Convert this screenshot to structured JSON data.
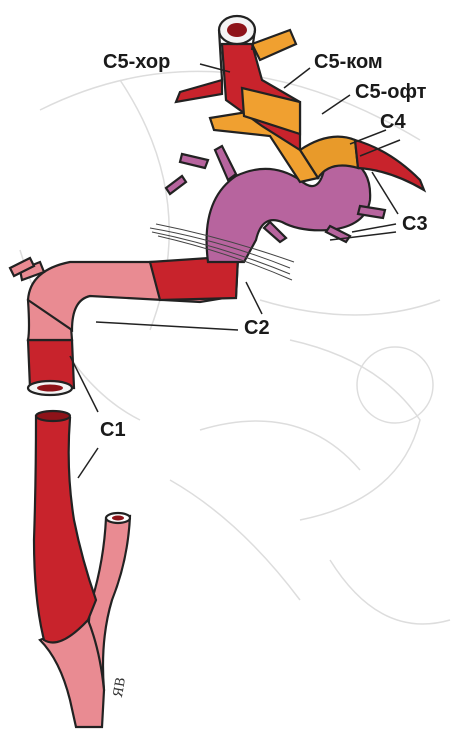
{
  "labels": {
    "c5_hor": "C5-хор",
    "c5_kom": "C5-ком",
    "c5_oft": "C5-офт",
    "c4": "C4",
    "c3": "C3",
    "c2": "C2",
    "c1": "C1"
  },
  "signature": "ЯВ",
  "colors": {
    "artery_red": "#c8232c",
    "artery_dark": "#8e1319",
    "artery_pink": "#e98b92",
    "segment_c3_purple": "#b7649e",
    "segment_c4_orange": "#e89a2a",
    "segment_c5_orange": "#f0a030",
    "background_sketch": "#d9d9d9"
  }
}
